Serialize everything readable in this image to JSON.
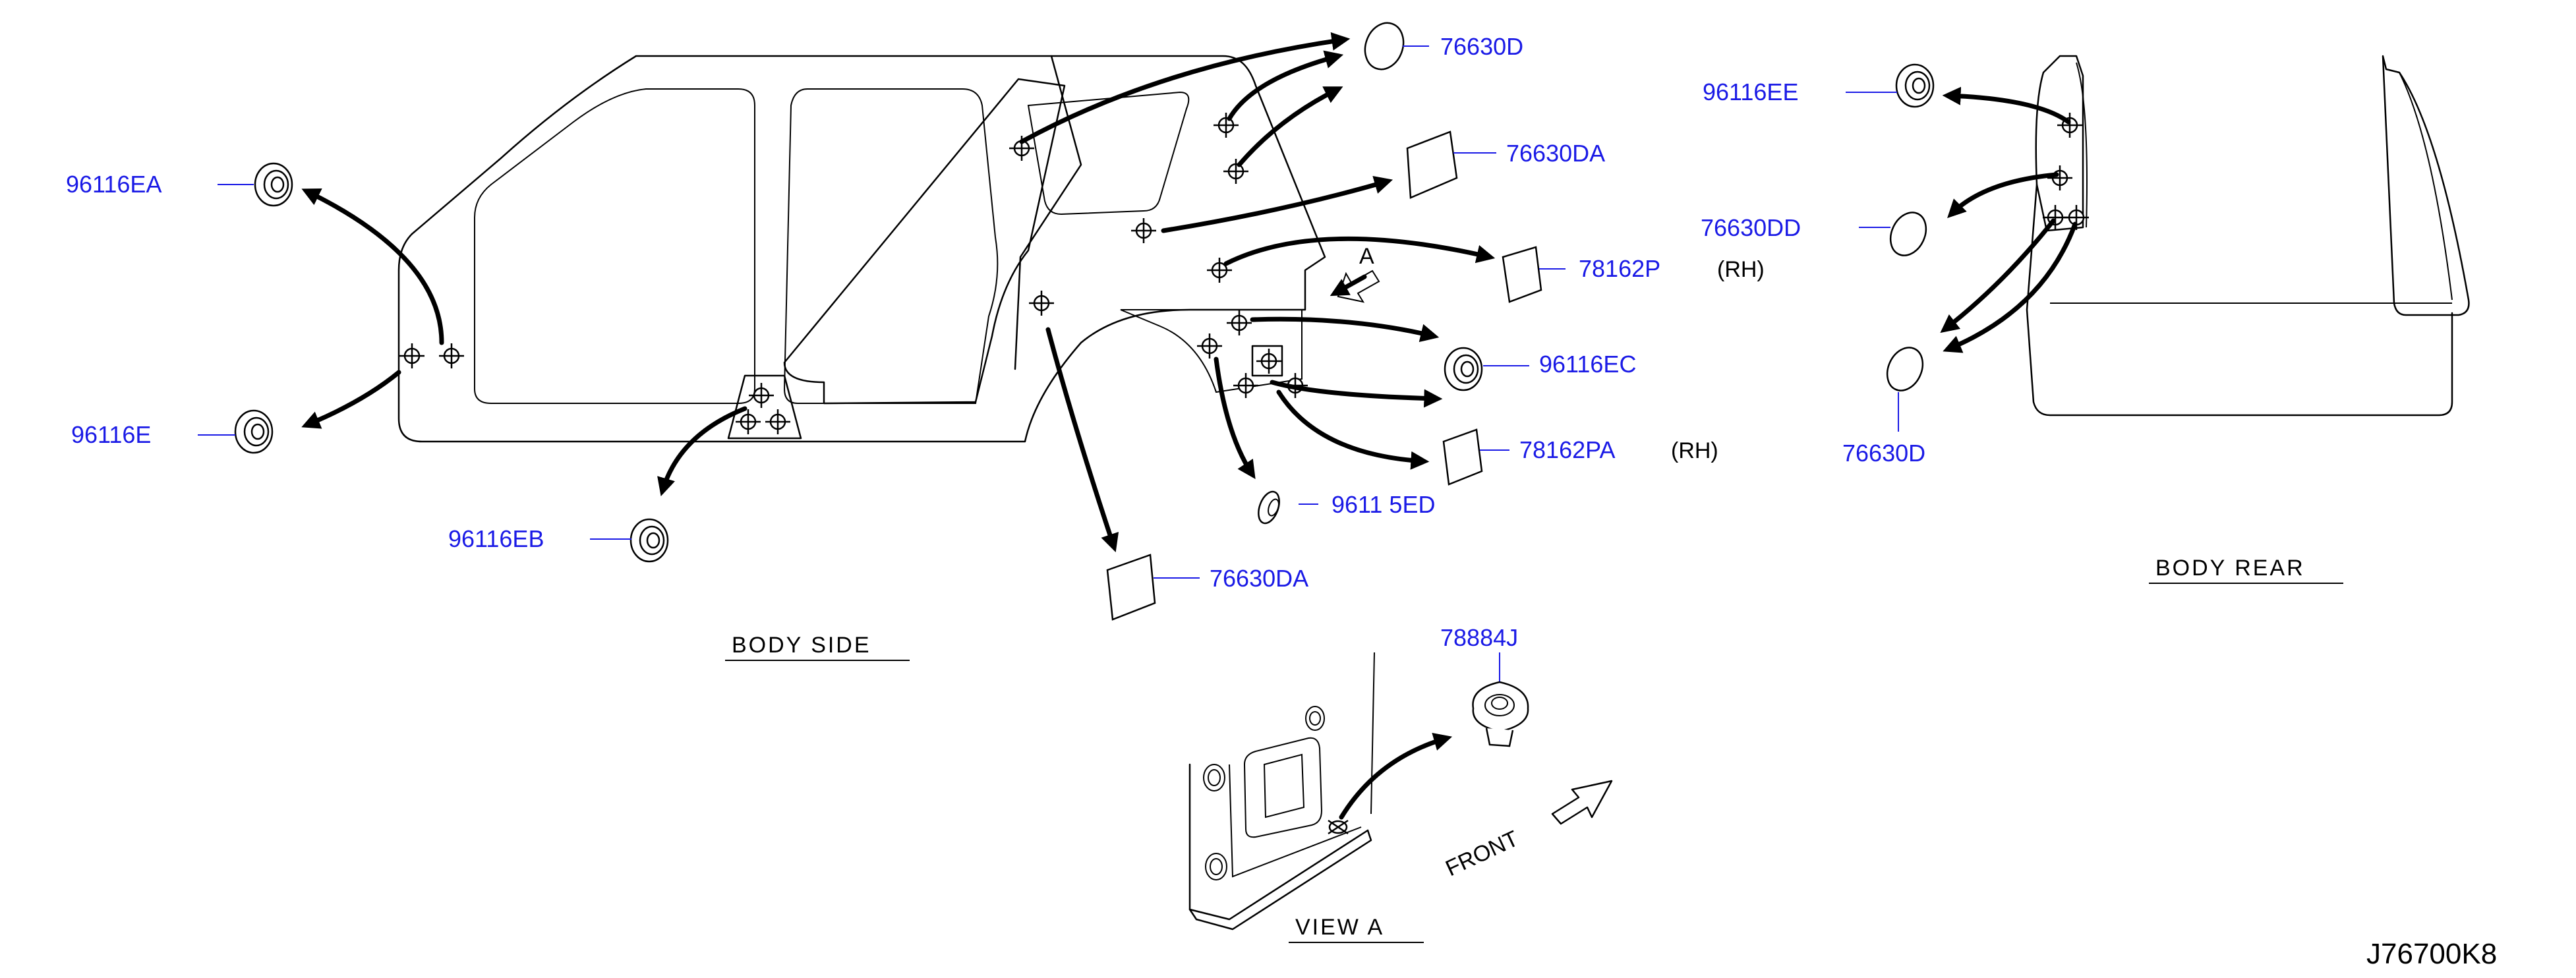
{
  "diagram_code": "J76700K8",
  "views": {
    "body_side": "BODY   SIDE",
    "body_rear": "BODY   REAR",
    "view_a": "VIEW   A"
  },
  "direction_labels": {
    "view_marker": "A",
    "front": "FRONT"
  },
  "parts": {
    "p_76630D_top": "76630D",
    "p_76630DA_top": "76630DA",
    "p_78162P": "78162P",
    "p_78162P_note": "(RH)",
    "p_96116EC": "96116EC",
    "p_78162PA": "78162PA",
    "p_78162PA_note": "(RH)",
    "p_96116ED": "9611 5ED",
    "p_76630DA_bottom": "76630DA",
    "p_96116EA": "96116EA",
    "p_96116E": "96116E",
    "p_96116EB": "96116EB",
    "p_78884J": "78884J",
    "p_96116EE": "96116EE",
    "p_76630DD": "76630DD",
    "p_76630D_rear": "76630D"
  }
}
